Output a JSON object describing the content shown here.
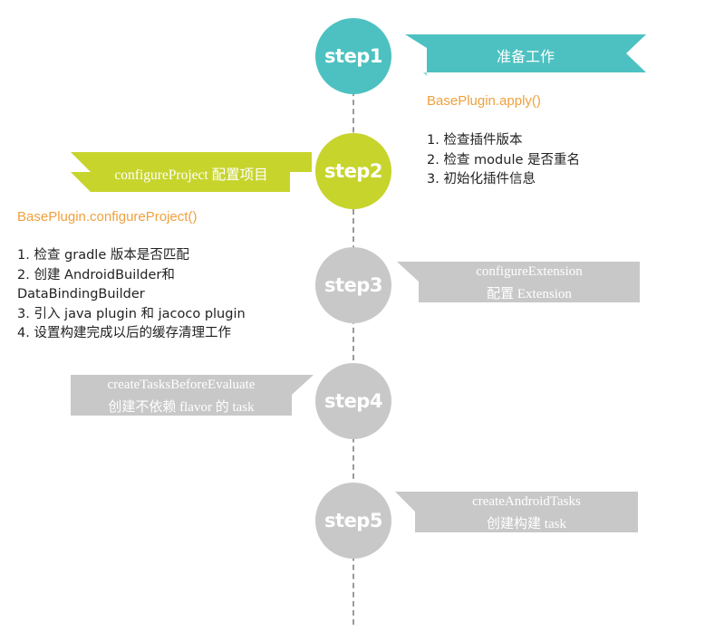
{
  "steps": {
    "s1": {
      "label": "step1",
      "color": "#4dc1c1"
    },
    "s2": {
      "label": "step2",
      "color": "#c7d42c"
    },
    "s3": {
      "label": "step3",
      "color": "#c8c8c8"
    },
    "s4": {
      "label": "step4",
      "color": "#c8c8c8"
    },
    "s5": {
      "label": "step5",
      "color": "#c8c8c8"
    }
  },
  "banners": {
    "b1": {
      "line1": "准备工作",
      "color": "#4dc1c1"
    },
    "b2": {
      "line1": "configureProject 配置项目",
      "color": "#c7d42c"
    },
    "b3": {
      "line1": "configureExtension",
      "line2": "配置 Extension",
      "color": "#c8c8c8"
    },
    "b4": {
      "line1": "createTasksBeforeEvaluate",
      "line2": "创建不依赖 flavor 的 task",
      "color": "#c8c8c8"
    },
    "b5": {
      "line1": "createAndroidTasks",
      "line2": "创建构建 task",
      "color": "#c8c8c8"
    }
  },
  "step1_method": "BasePlugin.apply()",
  "step1_items": [
    "1. 检查插件版本",
    "2. 检查 module 是否重名",
    "3. 初始化插件信息"
  ],
  "step2_method": "BasePlugin.configureProject()",
  "step2_items": [
    "1. 检查 gradle 版本是否匹配",
    "2. 创建 AndroidBuilder和",
    "DataBindingBuilder",
    "3. 引入 java plugin 和 jacoco plugin",
    "4. 设置构建完成以后的缓存清理工作"
  ],
  "colors": {
    "teal": "#4dc1c1",
    "lime": "#c7d42c",
    "grey": "#c8c8c8",
    "orange": "#f0a03c",
    "timeline": "#9a9a9a"
  }
}
